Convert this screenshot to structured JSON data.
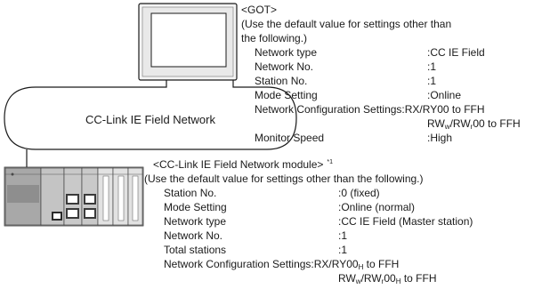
{
  "network": {
    "label": "CC-Link IE Field Network"
  },
  "got": {
    "heading": "<GOT>",
    "intro_line1": "(Use the default value for settings other than",
    "intro_line2": "the following.)",
    "settings": [
      {
        "label": "Network type",
        "value": ":CC IE Field"
      },
      {
        "label": "Network No.",
        "value": ":1"
      },
      {
        "label": "Station No.",
        "value": ":1"
      },
      {
        "label": "Mode Setting",
        "value": ":Online"
      },
      {
        "label": "Network Configuration Settings",
        "value_main": ":RX/RY00 to FFH"
      },
      {
        "value_cont": "RWW/RWr00 to FFH"
      },
      {
        "label": "Monitor Speed",
        "value": ":High"
      }
    ],
    "netconf_label": "Network Configuration Settings:",
    "rx_value": "RX/RY00 to FFH",
    "rw_prefix": "RW",
    "rw_sub1": "w",
    "rw_mid": "/RW",
    "rw_sub2": "r",
    "rw_suffix": "00 to FFH"
  },
  "module": {
    "heading": "<CC-Link IE Field Network module>",
    "footnote": "*1",
    "intro": "(Use the default value for settings other than the following.)",
    "settings": [
      {
        "label": "Station No.",
        "value": ":0 (fixed)"
      },
      {
        "label": "Mode Setting",
        "value": ":Online (normal)"
      },
      {
        "label": "Network type",
        "value": ":CC IE Field (Master station)"
      },
      {
        "label": "Network No.",
        "value": ":1"
      },
      {
        "label": "Total stations",
        "value": ":1"
      }
    ],
    "netconf_label": "Network Configuration Settings:",
    "rx_prefix": "RX/RY00",
    "h_sub": "H",
    "rx_suffix": " to FFH",
    "rw_prefix": "RW",
    "rw_sub1": "w",
    "rw_mid": "/RW",
    "rw_sub2": "r",
    "rw_mid2": "00",
    "rw_h": "H",
    "rw_suffix": " to FFH"
  }
}
